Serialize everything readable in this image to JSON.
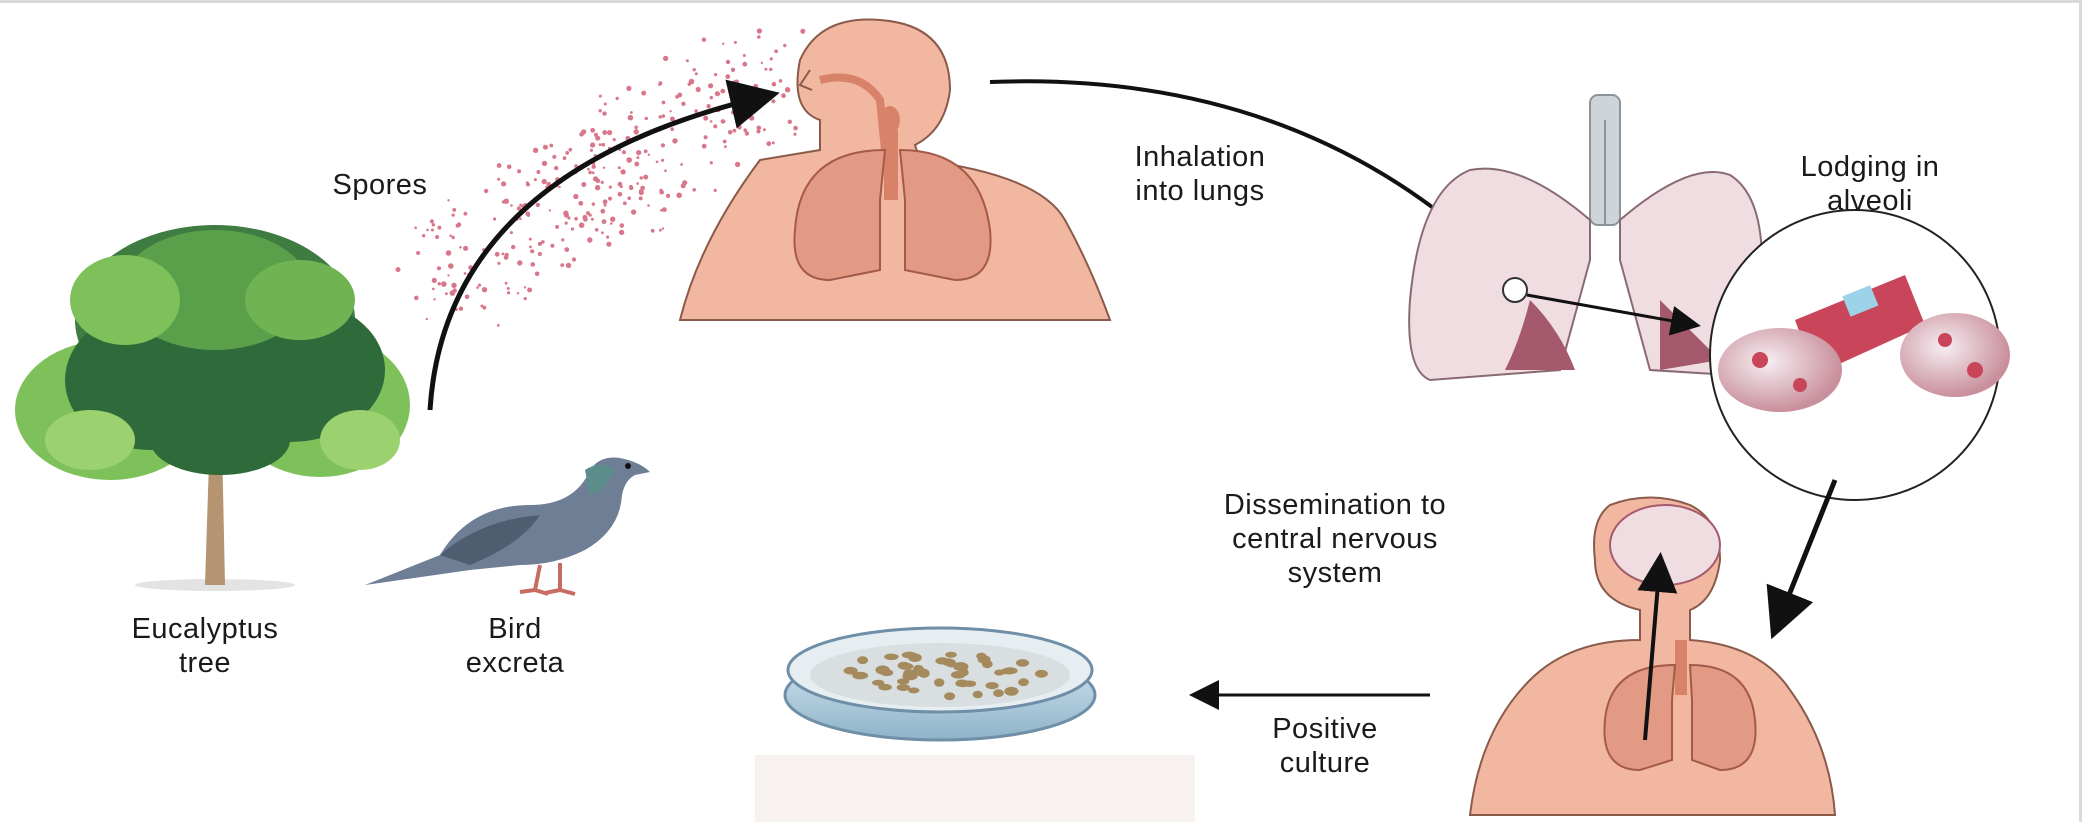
{
  "labels": {
    "spores": "Spores",
    "inhalation": [
      "Inhalation",
      "into lungs"
    ],
    "lodging": [
      "Lodging in",
      "alveoli"
    ],
    "dissemination": [
      "Dissemination to",
      "central nervous",
      "system"
    ],
    "positive_culture": [
      "Positive",
      "culture"
    ],
    "eucalyptus": [
      "Eucalyptus",
      "tree"
    ],
    "bird": [
      "Bird",
      "excreta"
    ]
  },
  "colors": {
    "skin": "#f2b7a0",
    "skin_outline": "#8a5a4a",
    "organ": "#d9826a",
    "lung_pink": "#f0dde2",
    "lung_dark": "#a45a6c",
    "tree_dark": "#2f6a3a",
    "tree_light": "#7ec15a",
    "trunk": "#b59472",
    "bird": "#6e7f95",
    "spore": "#d9778a",
    "arrow": "#111111",
    "dish_rim": "#6f8fa8",
    "dish_fill": "#b7d3e2",
    "colony": "#a48a5d"
  }
}
